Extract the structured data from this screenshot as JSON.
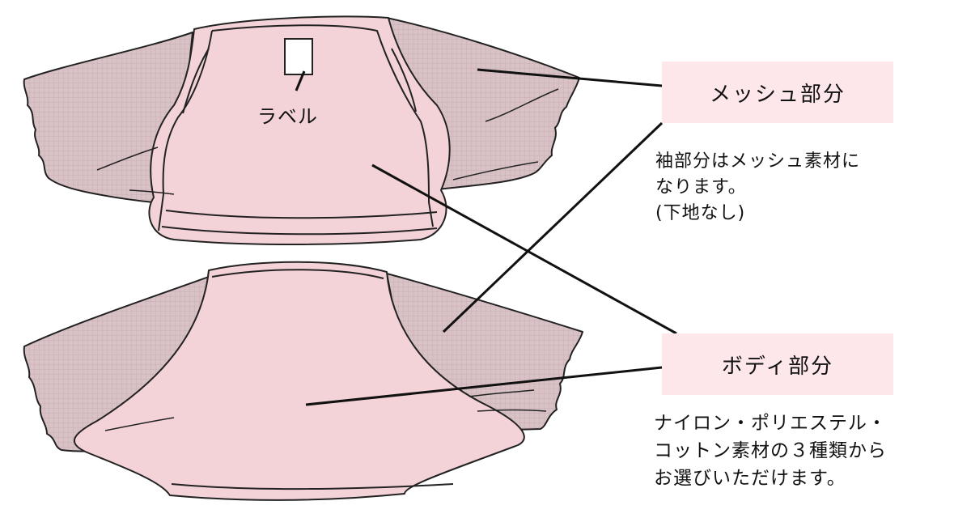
{
  "labels": {
    "tag": "ラベル",
    "mesh_title": "メッシュ部分",
    "mesh_description": "袖部分はメッシュ素材に\nなります。\n(下地なし)",
    "body_title": "ボディ部分",
    "body_description": "ナイロン・ポリエステル・\nコットン素材の３種類から\nお選びいただけます。"
  },
  "colors": {
    "body_fill": "#f4d3d8",
    "mesh_fill": "#d9c2c6",
    "mesh_grid": "#c4a8ad",
    "outline": "#222222",
    "callout_bg": "#fde7ea"
  }
}
